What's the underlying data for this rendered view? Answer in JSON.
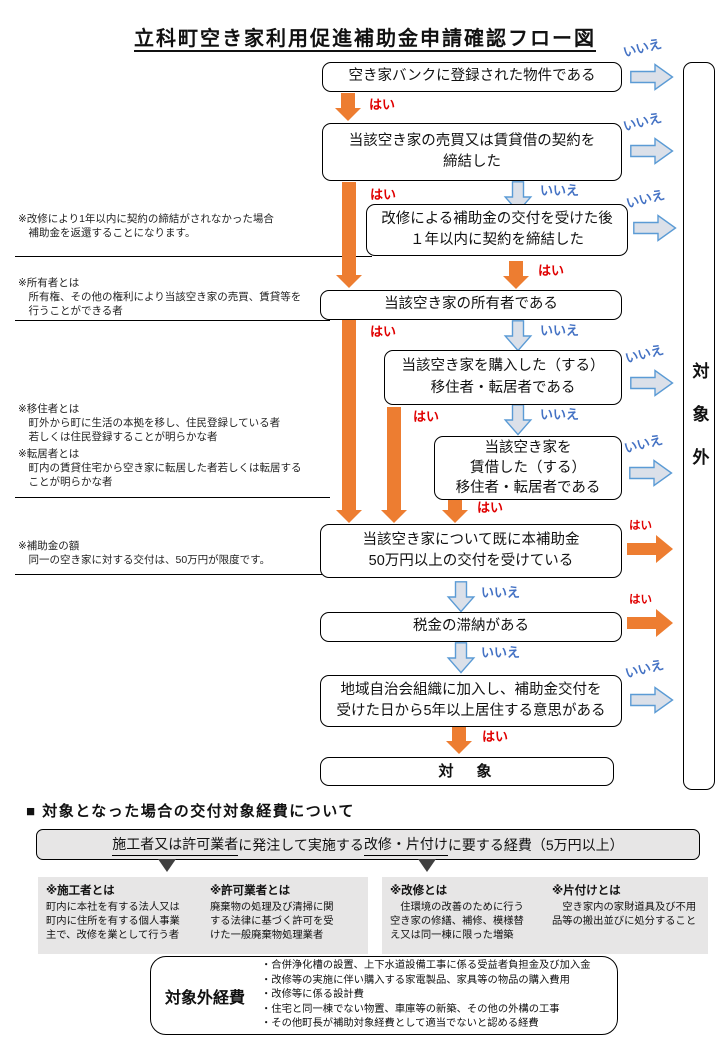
{
  "title": "立科町空き家利用促進補助金申請確認フロー図",
  "labels": {
    "yes": "はい",
    "no": "いいえ"
  },
  "flow": {
    "box1": "空き家バンクに登録された物件である",
    "box2": "当該空き家の売買又は賃貸借の契約を\n締結した",
    "box3": "改修による補助金の交付を受けた後\n１年以内に契約を締結した",
    "box4": "当該空き家の所有者である",
    "box5": "当該空き家を購入した（する）\n移住者・転居者である",
    "box6": "当該空き家を\n賃借した（する）\n移住者・転居者である",
    "box7": "当該空き家について既に本補助金\n50万円以上の交付を受けている",
    "box8": "税金の滞納がある",
    "box9": "地域自治会組織に加入し、補助金交付を\n受けた日から5年以上居住する意思がある",
    "result": "対　象",
    "exclusion": "対象外"
  },
  "side_notes": [
    "※改修により1年以内に契約の締結がされなかった場合\n　補助金を返還することになります。",
    "※所有者とは\n　所有権、その他の権利により当該空き家の売買、賃貸等を\n　行うことができる者",
    "※移住者とは\n　町外から町に生活の本拠を移し、住民登録している者\n　若しくは住民登録することが明らかな者",
    "※転居者とは\n　町内の賃貸住宅から空き家に転居した者若しくは転居する\n　ことが明らかな者",
    "※補助金の額\n　同一の空き家に対する交付は、50万円が限度です。"
  ],
  "expenses": {
    "heading": "■ 対象となった場合の交付対象経費について",
    "main_parts": [
      {
        "text": "施工者又は許可業者",
        "underline": true
      },
      {
        "text": "に発注して実施する",
        "underline": false
      },
      {
        "text": "改修・片付け",
        "underline": true
      },
      {
        "text": "に要する経費（5万円以上）",
        "underline": false
      }
    ],
    "defs": [
      {
        "title": "※施工者とは",
        "body": "町内に本社を有する法人又は\n町内に住所を有する個人事業\n主で、改修を業として行う者"
      },
      {
        "title": "※許可業者とは",
        "body": "廃棄物の処理及び清掃に関\nする法律に基づく許可を受\nけた一般廃棄物処理業者"
      },
      {
        "title": "※改修とは",
        "body": "　住環境の改善のために行う\n空き家の修繕、補修、模様替\nえ又は同一棟に限った増築"
      },
      {
        "title": "※片付けとは",
        "body": "　空き家内の家財道具及び不用\n品等の搬出並びに処分すること"
      }
    ],
    "excluded": {
      "label": "対象外経費",
      "items": [
        "・合併浄化槽の設置、上下水道設備工事に係る受益者負担金及び加入金",
        "・改修等の実施に伴い購入する家電製品、家具等の物品の購入費用",
        "・改修等に係る設計費",
        "・住宅と同一棟でない物置、車庫等の新築、その他の外構の工事",
        "・その他町長が補助対象経費として適当でないと認める経費"
      ]
    }
  },
  "colors": {
    "orange": "#ED7D31",
    "no_blue": "#4472C4",
    "yes_red": "#E00000",
    "gray_arrow_fill": "#DBE0E9",
    "gray_box": "#E7E6E6"
  }
}
